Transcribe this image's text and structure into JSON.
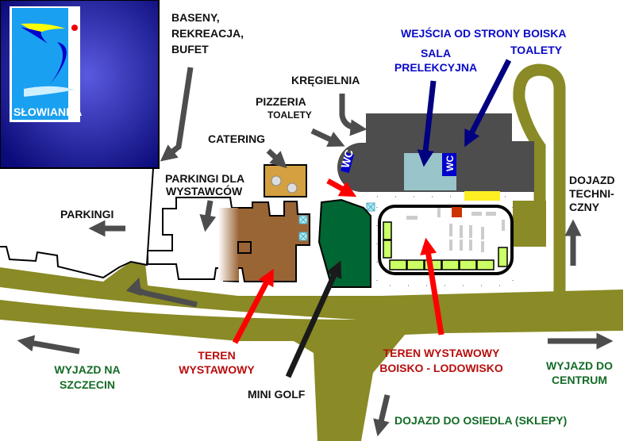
{
  "logo": {
    "text": "SŁOWIANKA"
  },
  "labels": {
    "baseny": [
      "BASENY,",
      "REKREACJA,",
      "BUFET"
    ],
    "wejscia": "WEJŚCIA OD STRONY BOISKA",
    "sala": [
      "SALA",
      "PRELEKCYJNA"
    ],
    "toalety_top": "TOALETY",
    "kregielnia": "KRĘGIELNIA",
    "pizzeria": [
      "PIZZERIA",
      "TOALETY"
    ],
    "catering": "CATERING",
    "parkingi_wystawcow": [
      "PARKINGI DLA",
      "WYSTAWCÓW"
    ],
    "parkingi": "PARKINGI",
    "dojazd_techniczny": [
      "DOJAZD",
      "TECHNI-",
      "CZNY"
    ],
    "teren_wystawowy": [
      "TEREN",
      "WYSTAWOWY"
    ],
    "mini_golf": "MINI GOLF",
    "boisko": [
      "TEREN WYSTAWOWY",
      "BOISKO - LODOWISKO"
    ],
    "wyjazd_szczecin": [
      "WYJAZD NA",
      "SZCZECIN"
    ],
    "wyjazd_centrum": [
      "WYJAZD DO",
      "CENTRUM"
    ],
    "dojazd_osiedla": "DOJAZD DO OSIEDLA (SKLEPY)",
    "wc": "WC"
  },
  "colors": {
    "road": "#8a8a26",
    "building": "#4d4d4d",
    "golf": "#006633",
    "exhibition": "#9a6535",
    "catering": "#d4a040"
  }
}
